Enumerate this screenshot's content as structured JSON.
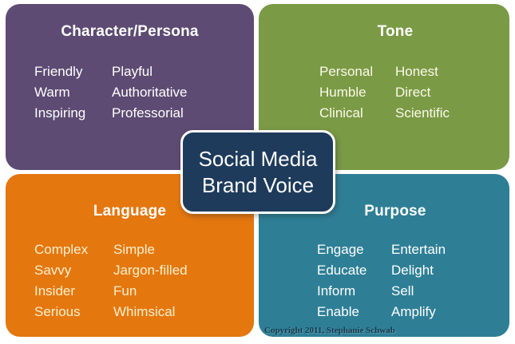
{
  "diagram": {
    "center": {
      "line1": "Social Media",
      "line2": "Brand Voice"
    },
    "copyright": "Copyright 2011, Stephanie Schwab"
  },
  "quadrants": [
    {
      "title": "Character/Persona",
      "col1": [
        "Friendly",
        "Warm",
        "Inspiring"
      ],
      "col2": [
        "Playful",
        "Authoritative",
        "Professorial"
      ],
      "color": "#5d4b73"
    },
    {
      "title": "Tone",
      "col1": [
        "Personal",
        "Humble",
        "Clinical"
      ],
      "col2": [
        "Honest",
        "Direct",
        "Scientific"
      ],
      "color": "#7a9a45"
    },
    {
      "title": "Language",
      "col1": [
        "Complex",
        "Savvy",
        "Insider",
        "Serious"
      ],
      "col2": [
        "Simple",
        "Jargon-filled",
        "Fun",
        "Whimsical"
      ],
      "color": "#e5770f"
    },
    {
      "title": "Purpose",
      "col1": [
        "Engage",
        "Educate",
        "Inform",
        "Enable"
      ],
      "col2": [
        "Entertain",
        "Delight",
        "Sell",
        "Amplify"
      ],
      "color": "#2e7f96"
    }
  ],
  "colors": {
    "background": "#ffffff",
    "center_box": "#1e3b5c",
    "center_box_border": "#ffffff",
    "copyright_text": "#16384f"
  }
}
